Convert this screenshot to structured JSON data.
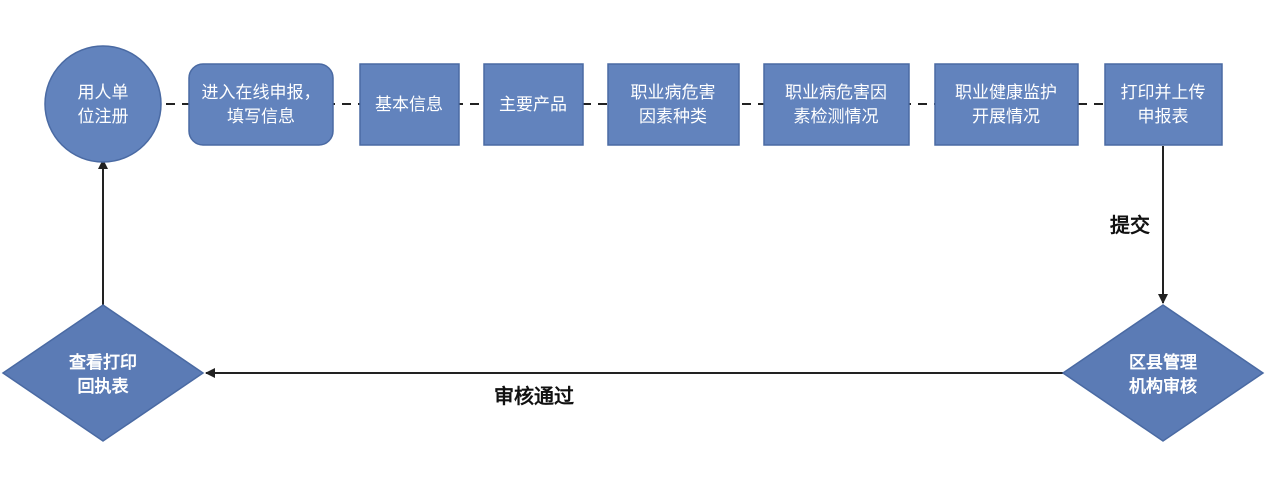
{
  "colors": {
    "node_fill": "#6283bd",
    "node_stroke": "#4a6aa3",
    "diamond_fill": "#5b7bb5",
    "connector": "#222222"
  },
  "nodes": {
    "register": {
      "line1": "用人单",
      "line2": "位注册"
    },
    "enter_report": {
      "line1": "进入在线申报，",
      "line2": "填写信息"
    },
    "basic_info": {
      "line1": "基本信息"
    },
    "main_products": {
      "line1": "主要产品"
    },
    "hazard_types": {
      "line1": "职业病危害",
      "line2": "因素种类"
    },
    "hazard_detection": {
      "line1": "职业病危害因",
      "line2": "素检测情况"
    },
    "health_monitoring": {
      "line1": "职业健康监护",
      "line2": "开展情况"
    },
    "print_upload": {
      "line1": "打印并上传",
      "line2": "申报表"
    },
    "district_review": {
      "line1": "区县管理",
      "line2": "机构审核"
    },
    "view_receipt": {
      "line1": "查看打印",
      "line2": "回执表"
    }
  },
  "edges": {
    "submit_label": "提交",
    "approved_label": "审核通过"
  }
}
